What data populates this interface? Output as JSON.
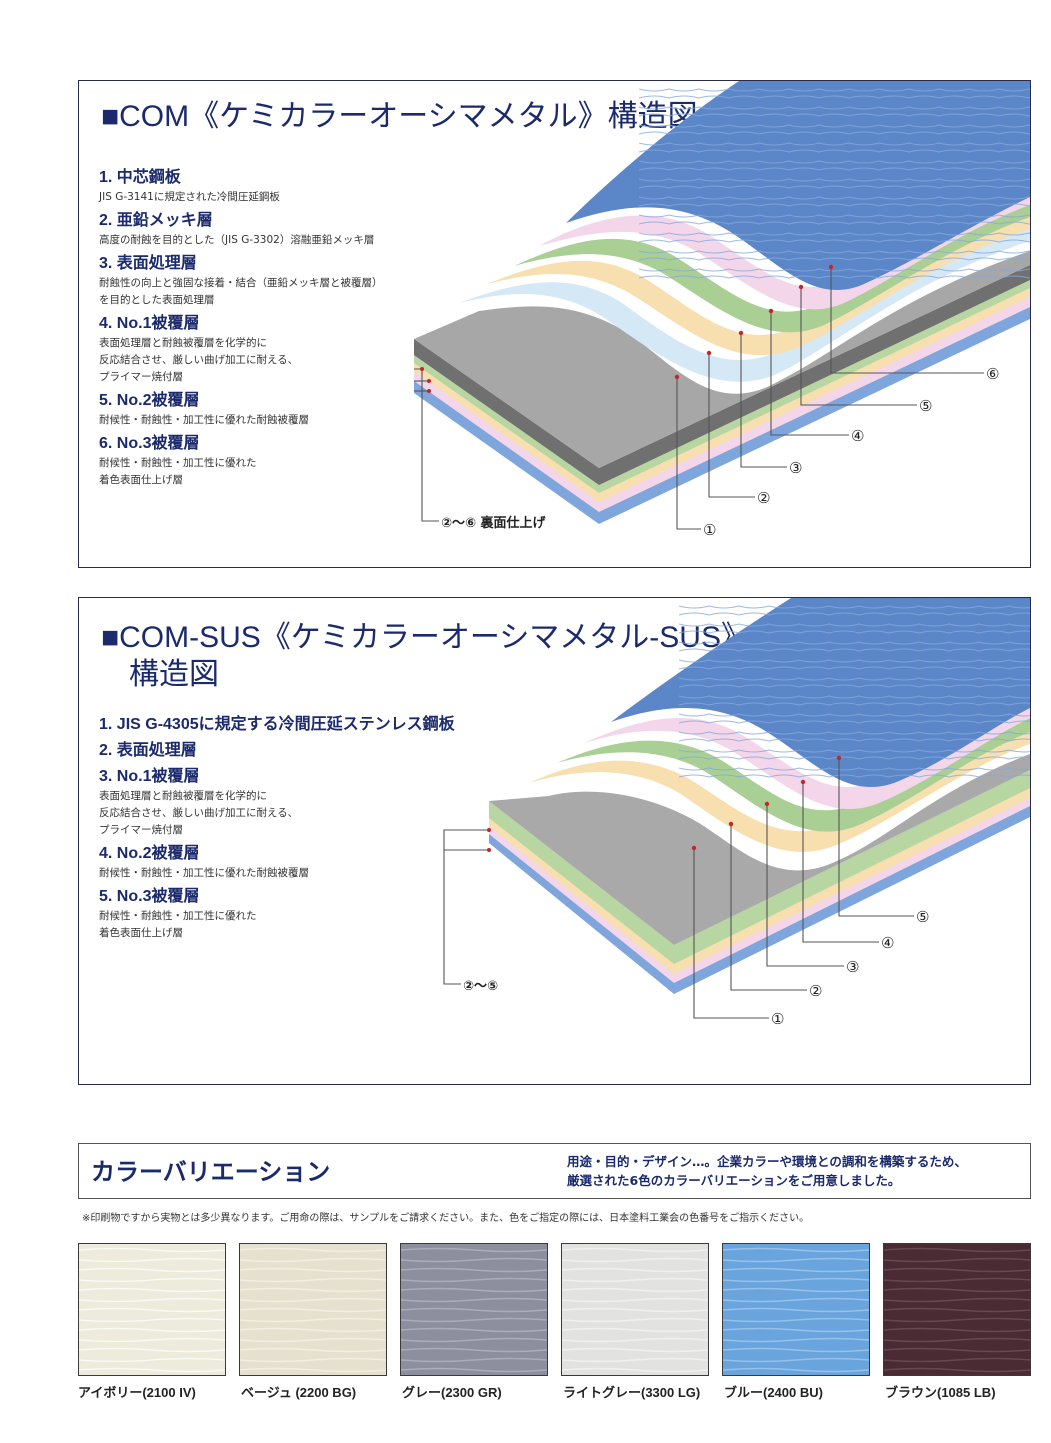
{
  "panel1": {
    "title": "■COM《ケミカラーオーシマメタル》構造図",
    "layers": [
      {
        "heading": "1. 中芯鋼板",
        "desc": [
          "JIS G-3141に規定された冷間圧延鋼板"
        ]
      },
      {
        "heading": "2. 亜鉛メッキ層",
        "desc": [
          "高度の耐蝕を目的とした（JIS G-3302）溶融亜鉛メッキ層"
        ]
      },
      {
        "heading": "3. 表面処理層",
        "desc": [
          "耐蝕性の向上と強固な接着・結合（亜鉛メッキ層と被覆層）",
          "を目的とした表面処理層"
        ]
      },
      {
        "heading": "4. No.1被覆層",
        "desc": [
          "表面処理層と耐蝕被覆層を化学的に",
          "反応結合させ、厳しい曲げ加工に耐える、",
          "プライマー焼付層"
        ]
      },
      {
        "heading": "5. No.2被覆層",
        "desc": [
          "耐候性・耐蝕性・加工性に優れた耐蝕被覆層"
        ]
      },
      {
        "heading": "6. No.3被覆層",
        "desc": [
          "耐候性・耐蝕性・加工性に優れた",
          "着色表面仕上げ層"
        ]
      }
    ],
    "callouts": [
      "①",
      "②",
      "③",
      "④",
      "⑤",
      "⑥"
    ],
    "back_label": "②～⑥ 裏面仕上げ"
  },
  "panel2": {
    "title": "■COM-SUS《ケミカラーオーシマメタル-SUS》",
    "title_line2": "構造図",
    "layers": [
      {
        "heading": "1. JIS G-4305に規定する冷間圧延ステンレス鋼板",
        "desc": []
      },
      {
        "heading": "2. 表面処理層",
        "desc": []
      },
      {
        "heading": "3. No.1被覆層",
        "desc": [
          "表面処理層と耐蝕被覆層を化学的に",
          "反応結合させ、厳しい曲げ加工に耐える、",
          "プライマー焼付層"
        ]
      },
      {
        "heading": "4. No.2被覆層",
        "desc": [
          "耐候性・耐蝕性・加工性に優れた耐蝕被覆層"
        ]
      },
      {
        "heading": "5. No.3被覆層",
        "desc": [
          "耐候性・耐蝕性・加工性に優れた",
          "着色表面仕上げ層"
        ]
      }
    ],
    "callouts": [
      "①",
      "②",
      "③",
      "④",
      "⑤"
    ],
    "back_label": "②～⑤"
  },
  "color_variation": {
    "title": "カラーバリエーション",
    "text_line1": "用途・目的・デザイン…。企業カラーや環境との調和を構築するため、",
    "text_line2": "厳選された6色のカラーバリエーションをご用意しました。",
    "note": "※印刷物ですから実物とは多少異なります。ご用命の際は、サンプルをご請求ください。また、色をご指定の際には、日本塗料工業会の色番号をご指示ください。",
    "swatches": [
      {
        "label": "アイボリー(2100 IV)",
        "color": "#ecebdc",
        "line": "#ffffff"
      },
      {
        "label": "ベージュ (2200 BG)",
        "color": "#e6e1cf",
        "line": "#f7f4e8"
      },
      {
        "label": "グレー(2300 GR)",
        "color": "#8d8e9e",
        "line": "#b9bac6"
      },
      {
        "label": "ライトグレー(3300 LG)",
        "color": "#e2e3e1",
        "line": "#f6f7f5"
      },
      {
        "label": "ブルー(2400 BU)",
        "color": "#6aa4dc",
        "line": "#a9cdf0"
      },
      {
        "label": "ブラウン(1085 LB)",
        "color": "#4a2a33",
        "line": "#745560"
      }
    ]
  },
  "colors": {
    "navy": "#1b2a6c",
    "top_blue": "#5b87c9",
    "pink": "#f3d6ea",
    "green": "#a9cf94",
    "cream": "#f7dfb0",
    "lightblue": "#d4e8f6",
    "gray": "#a3a3a3",
    "callout_red": "#c0282a"
  }
}
